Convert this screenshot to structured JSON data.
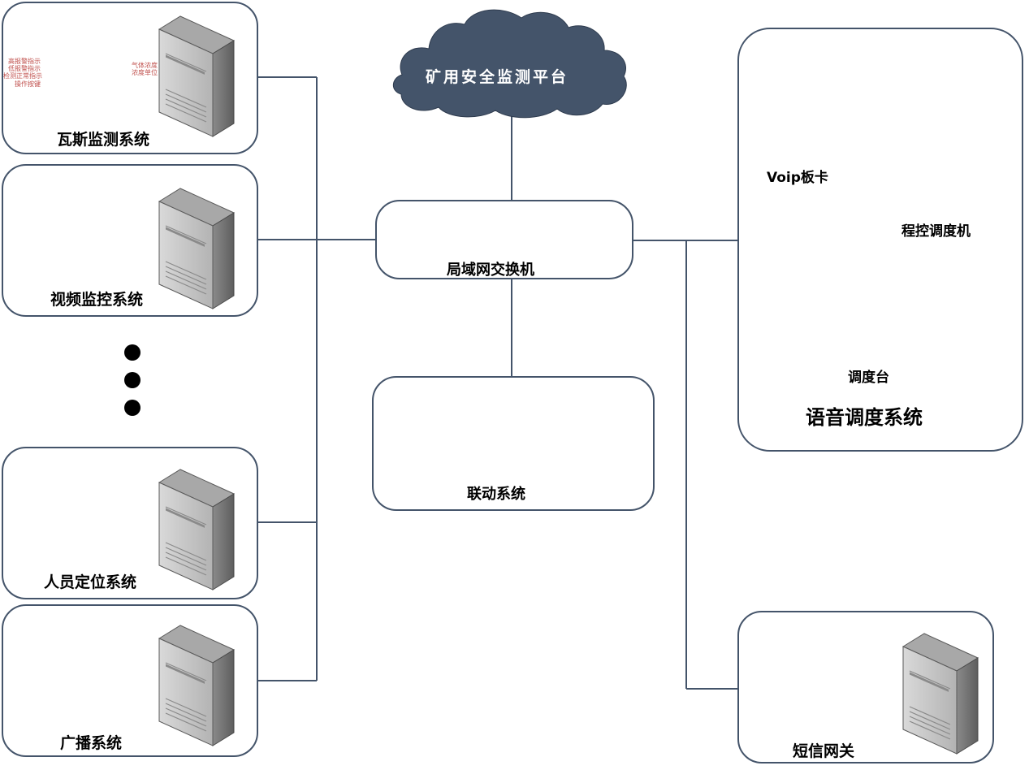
{
  "platform": {
    "label": "矿用安全监测平台"
  },
  "switch": {
    "label": "局域网交换机"
  },
  "linkage": {
    "label": "联动系统"
  },
  "left_systems": [
    {
      "label": "瓦斯监测系统",
      "icon": "gas-monitor-panel-icon"
    },
    {
      "label": "视频监控系统",
      "icon": "bullet-camera-icon"
    },
    {
      "label": "人员定位系统",
      "icon": "location-pin-icon"
    },
    {
      "label": "广播系统",
      "icon": "speaker-icon"
    }
  ],
  "gas_panel": {
    "title": "气体检测报警器",
    "left_labels": [
      "高报警指示",
      "低报警指示",
      "检测正常指示",
      "操作按键"
    ],
    "right_labels": [
      "气体浓度",
      "浓度单位"
    ]
  },
  "voice": {
    "label": "语音调度系统",
    "voip_label": "Voip板卡",
    "exchange_label": "程控调度机",
    "console_label": "调度台"
  },
  "sms": {
    "label": "短信网关",
    "icon": "chat-bubble-icon"
  },
  "colors": {
    "cloud": "#44546a",
    "line": "#44546a",
    "box_border": "#44546a"
  }
}
